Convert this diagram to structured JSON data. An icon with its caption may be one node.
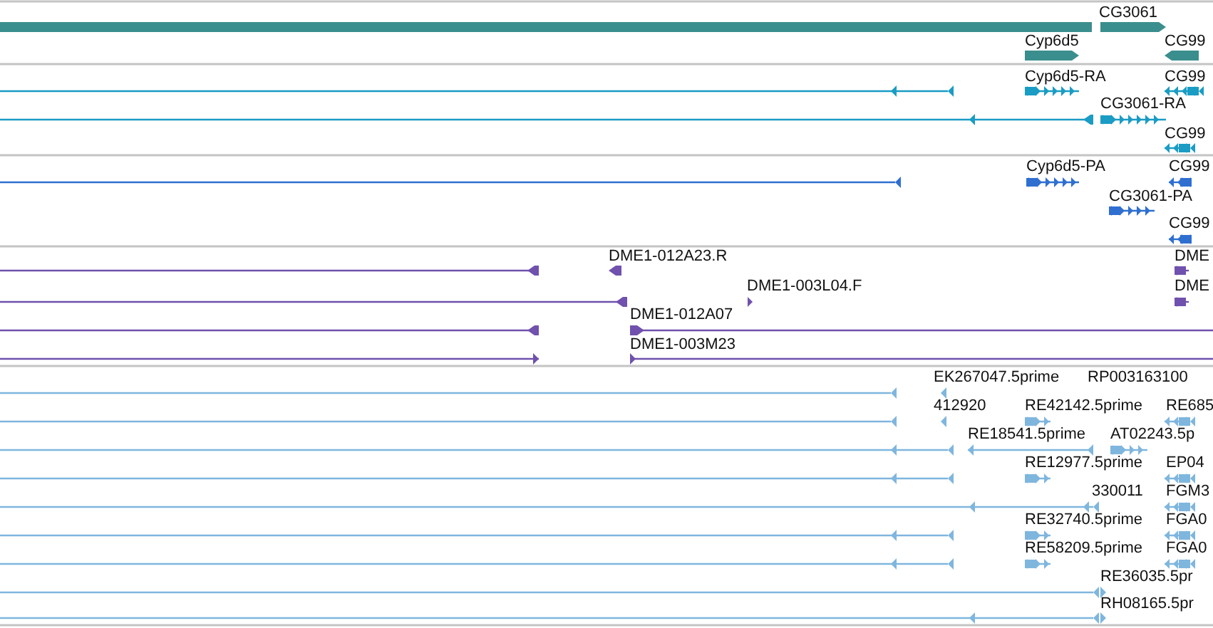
{
  "diagram": {
    "labels": [
      "CG3061",
      "Cyp6d5",
      "CG99",
      "Cyp6d5-RA",
      "CG99",
      "CG3061-RA",
      "CG99",
      "Cyp6d5-PA",
      "CG99",
      "CG3061-PA",
      "CG99",
      "DME1-012A23.R",
      "DME",
      "DME1-003L04.F",
      "DME",
      "DME1-012A07",
      "DME1-003M23",
      "EK267047.5prime",
      "RP003163100",
      "412920",
      "RE42142.5prime",
      "RE685",
      "RE18541.5prime",
      "AT02243.5p",
      "RE12977.5prime",
      "EP04",
      "330011",
      "FGM3",
      "RE32740.5prime",
      "FGA0",
      "RE58209.5prime",
      "FGA0",
      "RE36035.5pr",
      "RH08165.5pr"
    ]
  }
}
